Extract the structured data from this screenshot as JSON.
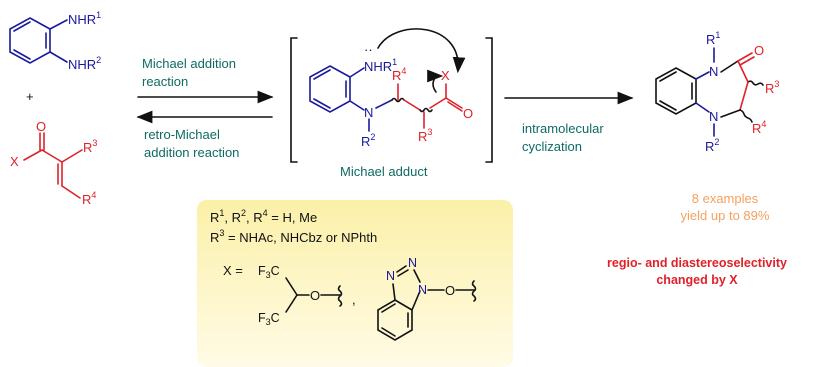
{
  "reactant_amine": {
    "sub1": "NHR",
    "sup1": "1",
    "sub2": "NHR",
    "sup2": "2"
  },
  "plus": "+",
  "reactant_acceptor": {
    "o": "O",
    "x": "X",
    "r3": "R",
    "r3_sup": "3",
    "r4": "R",
    "r4_sup": "4"
  },
  "forward_arrow": {
    "line1": "Michael addition",
    "line2": "reaction"
  },
  "reverse_arrow": {
    "line1": "retro-Michael",
    "line2": "addition reaction"
  },
  "adduct": {
    "lone_pair": "··",
    "nhr": "NHR",
    "nhr_sup": "1",
    "n": "N",
    "r2": "R",
    "r2_sup": "2",
    "r4": "R",
    "r4_sup": "4",
    "r3": "R",
    "r3_sup": "3",
    "x": "X",
    "o": "O",
    "caption": "Michael adduct"
  },
  "cyclization_arrow": {
    "line1": "intramolecular",
    "line2": "cyclization"
  },
  "product": {
    "n1": "N",
    "r1": "R",
    "r1_sup": "1",
    "o": "O",
    "r3": "R",
    "r3_sup": "3",
    "r4": "R",
    "r4_sup": "4",
    "n5": "N",
    "r2": "R",
    "r2_sup": "2"
  },
  "results": {
    "examples": "8 examples",
    "yield": "yield up to 89%",
    "selectivity_line1": "regio- and diastereoselectivity",
    "selectivity_line2": "changed by X"
  },
  "conditions_box": {
    "line1_parts": [
      "R",
      "1",
      ", R",
      "2",
      ", R",
      "4",
      " = H, Me"
    ],
    "line2_parts": [
      "R",
      "3",
      " = NHAc, NHCbz or NPhth"
    ],
    "x_label": "X =",
    "f3c_top": "F",
    "f3c_top_sub": "3",
    "f3c_top_c": "C",
    "f3c_bot": "F",
    "f3c_bot_sub": "3",
    "f3c_bot_c": "C",
    "o1": "O",
    "comma": ",",
    "n_a": "N",
    "n_b": "N",
    "n_c": "N",
    "o2": "O"
  },
  "colors": {
    "blue": "#1a1a9c",
    "red": "#e0212a",
    "teal": "#0e6b63",
    "orange": "#f4a15d",
    "box_fill": "#fdf6c6"
  }
}
